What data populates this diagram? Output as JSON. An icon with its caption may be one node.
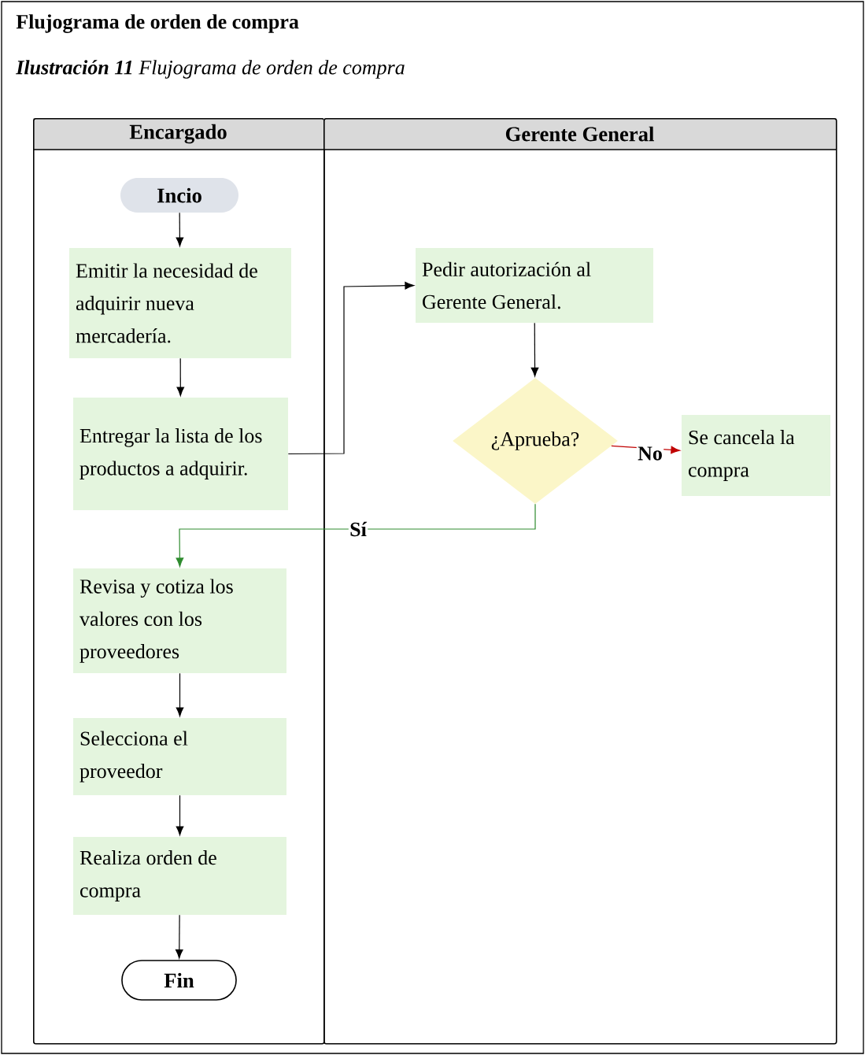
{
  "diagram": {
    "title": "Flujograma de orden de compra",
    "caption": "**Ilustración 11** Flujograma de orden de compra",
    "nodes": [
      {
        "text": [
          "Encargado"
        ]
      },
      {
        "text": [
          "Gerente General"
        ]
      },
      {
        "text": [
          "Incio"
        ],
        "in": 0
      },
      {
        "text": [
          "Emitir la necesidad de adquirir nueva mercadería."
        ],
        "in": 0
      },
      {
        "text": [
          "Entregar la lista de los productos a adquirir."
        ],
        "in": 0
      },
      {
        "text": [
          "Pedir autorización al Gerente General."
        ],
        "in": 1
      },
      {
        "text": [
          "¿Aprueba?"
        ],
        "in": 1
      },
      {
        "text": [
          "Se cancela la compra"
        ],
        "in": 1
      },
      {
        "text": [
          "Revisa y cotiza los valores con los proveedores"
        ],
        "in": 0
      },
      {
        "text": [
          "Selecciona el proveedor"
        ],
        "in": 0
      },
      {
        "text": [
          "Realiza orden de compra"
        ],
        "in": 0
      },
      {
        "text": [
          "Fin"
        ],
        "in": 0
      }
    ],
    "edges": [
      {
        "from": 2,
        "to": 3,
        "arrow": "to"
      },
      {
        "from": 3,
        "to": 4,
        "arrow": "to"
      },
      {
        "from": 4,
        "to": 5,
        "arrow": "to"
      },
      {
        "from": 5,
        "to": 6,
        "arrow": "to"
      },
      {
        "from": 6,
        "to": 7,
        "arrow": "to",
        "label": "No",
        "color": "#c00000"
      },
      {
        "from": 6,
        "to": 8,
        "arrow": "to",
        "label": "Sí",
        "color": "#2e8b2e"
      },
      {
        "from": 8,
        "to": 9,
        "arrow": "to"
      },
      {
        "from": 9,
        "to": 10,
        "arrow": "to"
      },
      {
        "from": 10,
        "to": 11,
        "arrow": "to"
      }
    ]
  }
}
